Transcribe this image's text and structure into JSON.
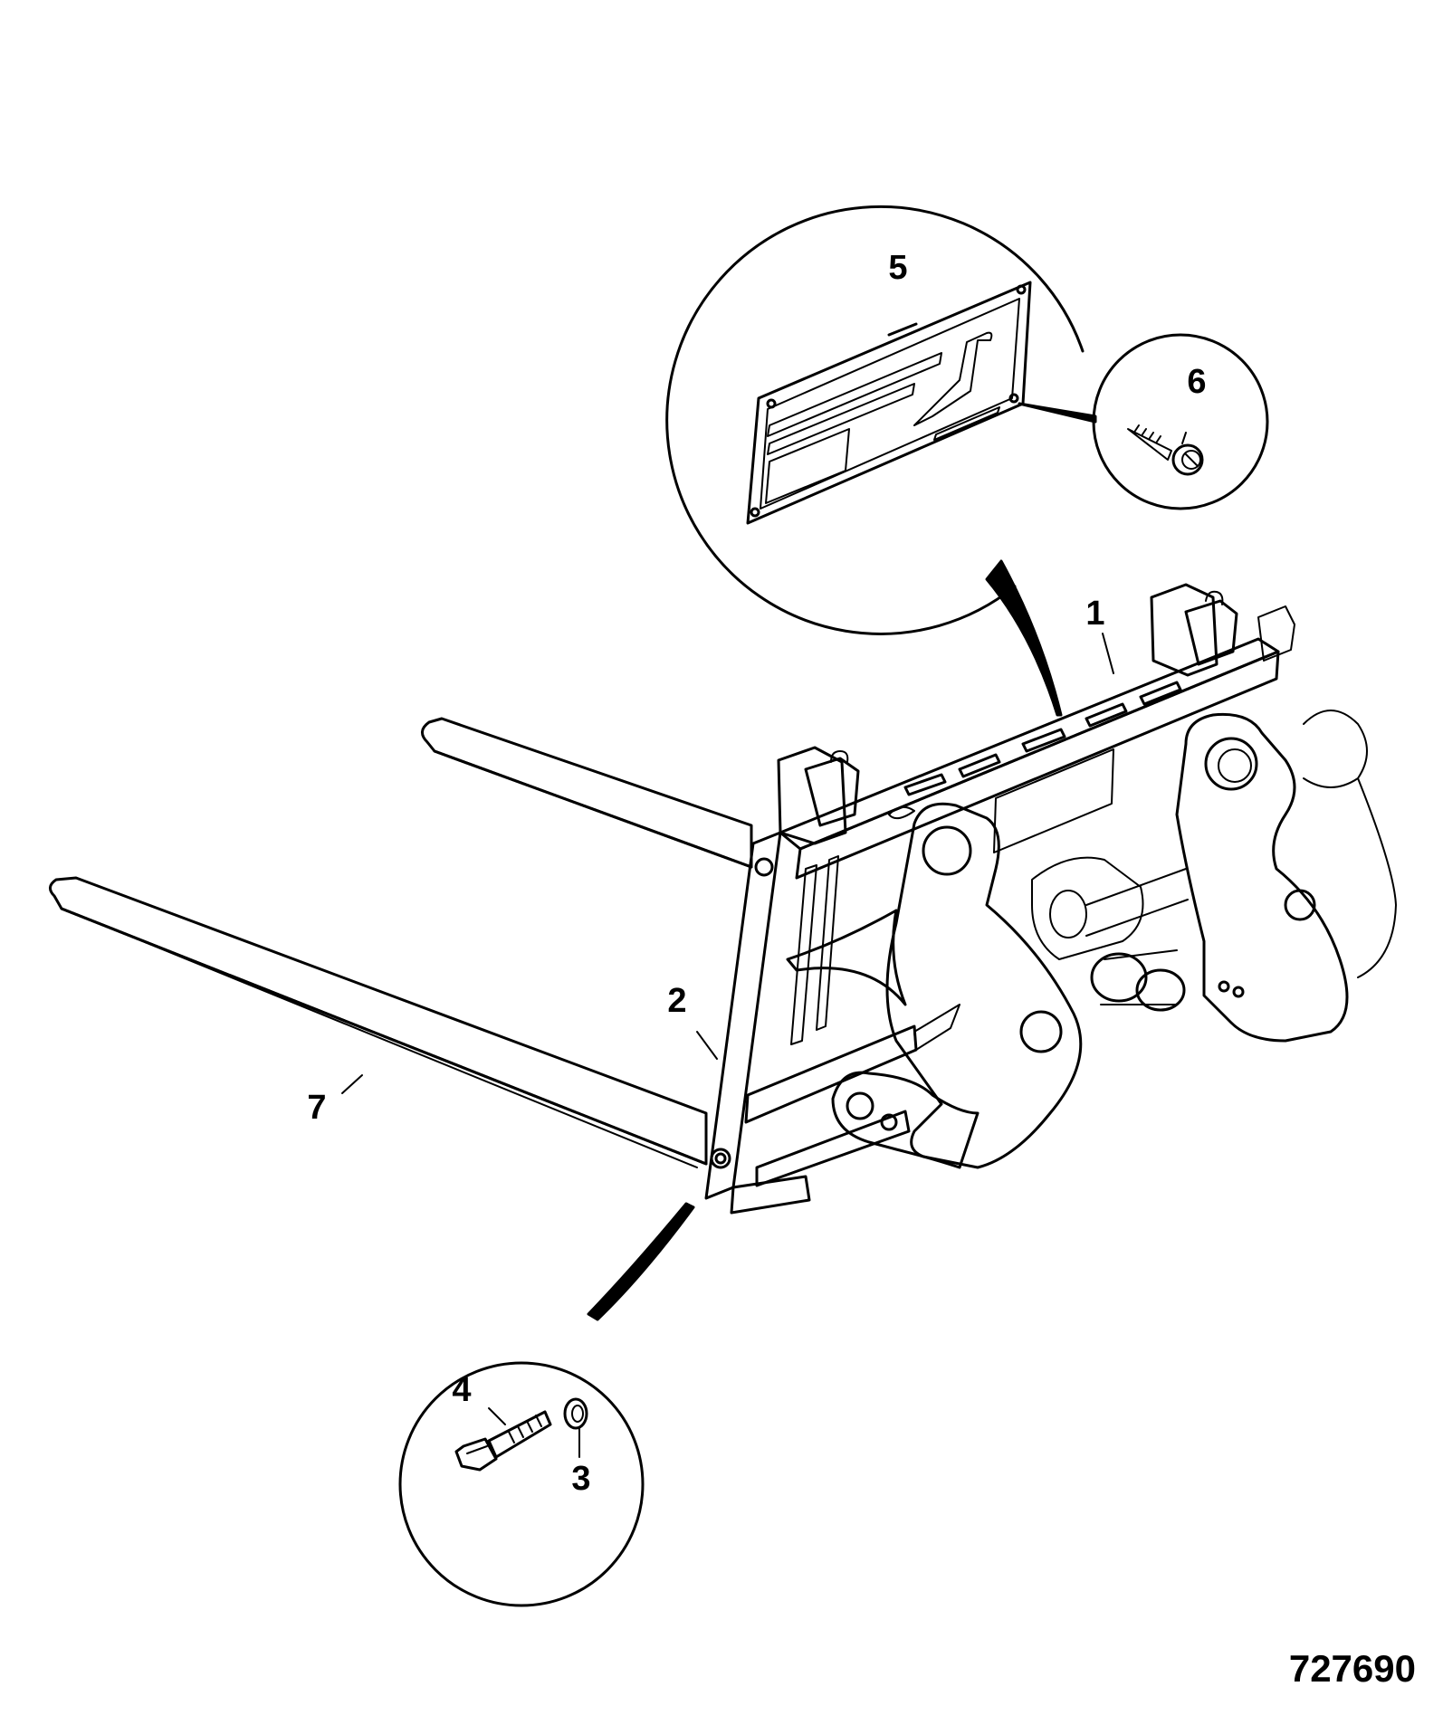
{
  "diagram": {
    "callouts": [
      {
        "id": "1",
        "label": "1"
      },
      {
        "id": "2",
        "label": "2"
      },
      {
        "id": "3",
        "label": "3"
      },
      {
        "id": "4",
        "label": "4"
      },
      {
        "id": "5",
        "label": "5"
      },
      {
        "id": "6",
        "label": "6"
      },
      {
        "id": "7",
        "label": "7"
      }
    ],
    "figure_number": "727690"
  },
  "colors": {
    "line": "#000000",
    "background": "#ffffff"
  }
}
